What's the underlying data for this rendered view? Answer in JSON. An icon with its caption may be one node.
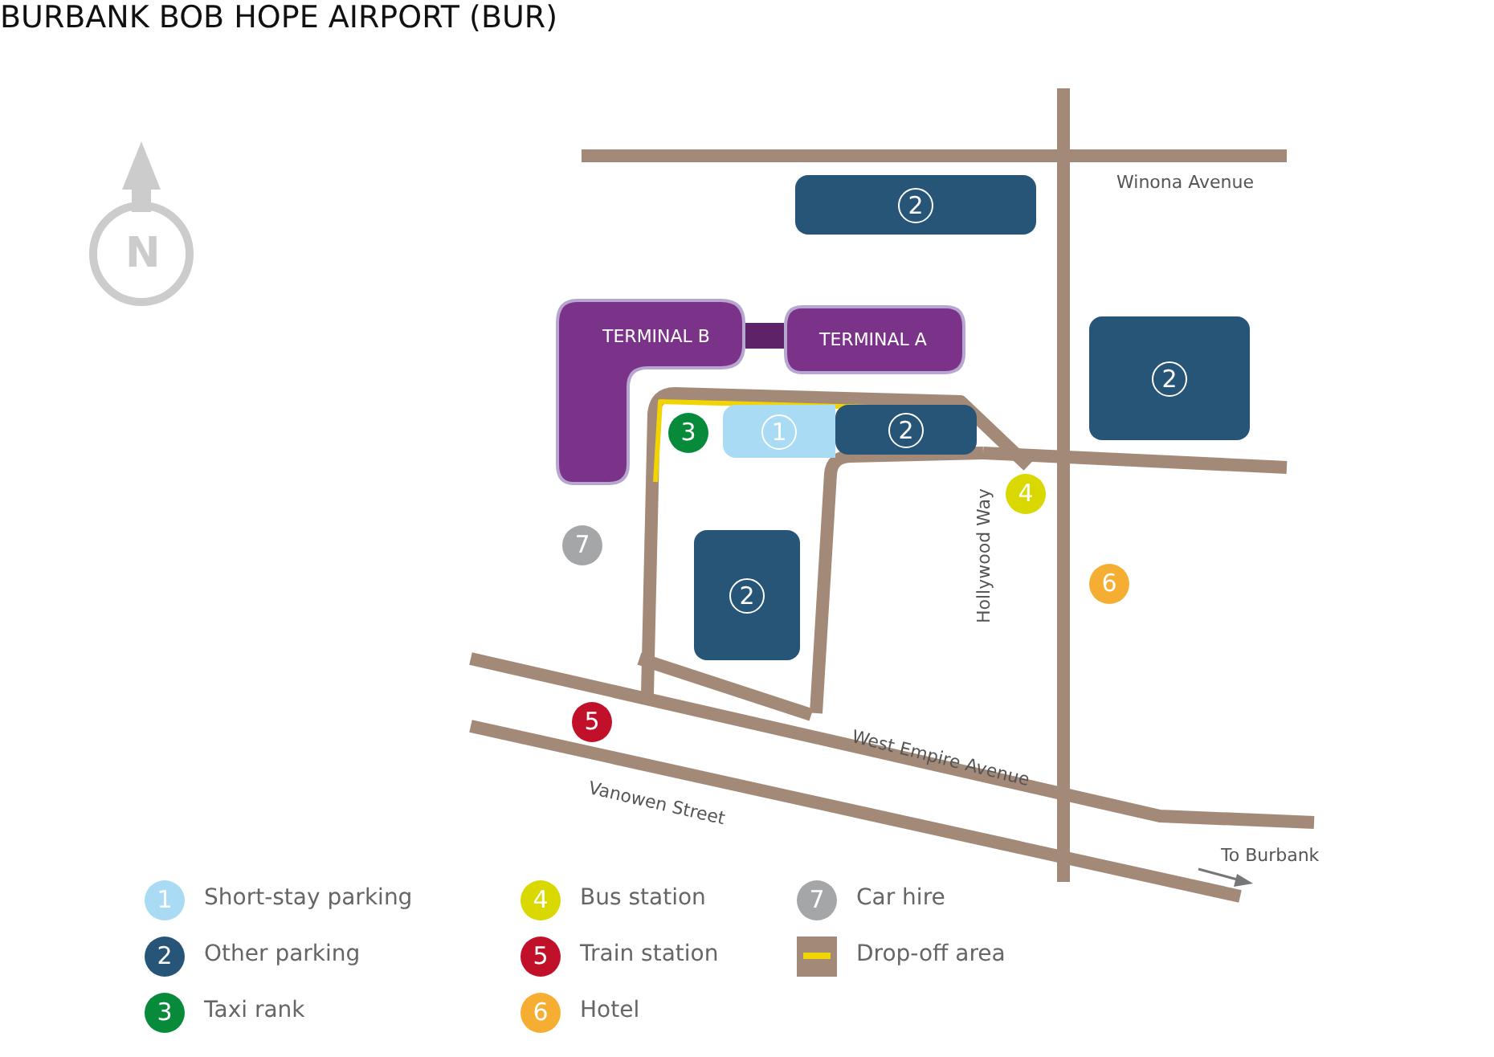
{
  "diagram": {
    "title": "BURBANK BOB HOPE AIRPORT (BUR)",
    "nodes": [
      {
        "text": [
          "TERMINAL B"
        ]
      },
      {
        "text": [
          "TERMINAL A"
        ]
      },
      {
        "text": [
          "2"
        ]
      },
      {
        "text": [
          "2"
        ]
      },
      {
        "text": [
          "3"
        ]
      },
      {
        "text": [
          "1"
        ]
      },
      {
        "text": [
          "2"
        ]
      },
      {
        "text": [
          "4"
        ]
      },
      {
        "text": [
          "7"
        ]
      },
      {
        "text": [
          "6"
        ]
      },
      {
        "text": [
          "2"
        ]
      },
      {
        "text": [
          "5"
        ]
      }
    ],
    "labels": [
      "N",
      "Winona Avenue",
      "Hollywood Way",
      "West Empire Avenue",
      "Vanowen Street",
      "To Burbank",
      "1",
      "2",
      "3",
      "4",
      "5",
      "6",
      "7"
    ],
    "legend": [
      {
        "text": "Short-stay parking",
        "color": "#a9dcf4"
      },
      {
        "text": "Other parking",
        "color": "#275577"
      },
      {
        "text": "Taxi rank",
        "color": "#078a3a"
      },
      {
        "text": "Bus station",
        "color": "#d9d800"
      },
      {
        "text": "Train station",
        "color": "#c0102a"
      },
      {
        "text": "Hotel",
        "color": "#f5ae32"
      },
      {
        "text": "Car hire",
        "color": "#a5a6a8"
      },
      {
        "text": "Drop-off area"
      }
    ]
  }
}
